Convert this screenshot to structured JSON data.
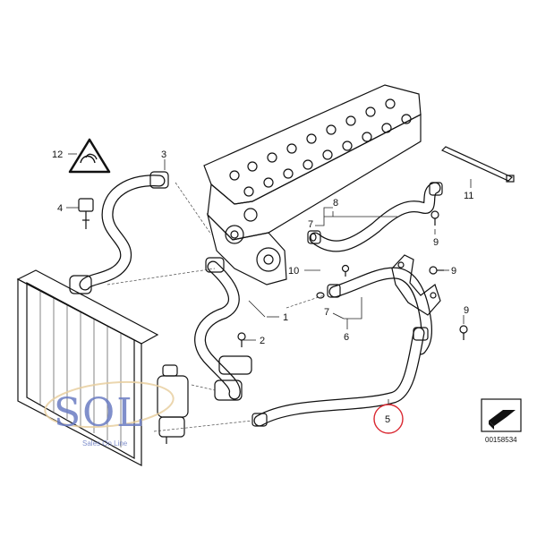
{
  "callouts": {
    "c1": "1",
    "c2": "2",
    "c3": "3",
    "c4": "4",
    "c5": "5",
    "c6": "6",
    "c7a": "7",
    "c7b": "7",
    "c8": "8",
    "c9a": "9",
    "c9b": "9",
    "c9c": "9",
    "c10": "10",
    "c11": "11",
    "c12": "12"
  },
  "highlight_color": "#d9262f",
  "watermark": {
    "logo": "SOL",
    "tagline": "Sales On Line"
  },
  "diagram_ref": "00158534"
}
